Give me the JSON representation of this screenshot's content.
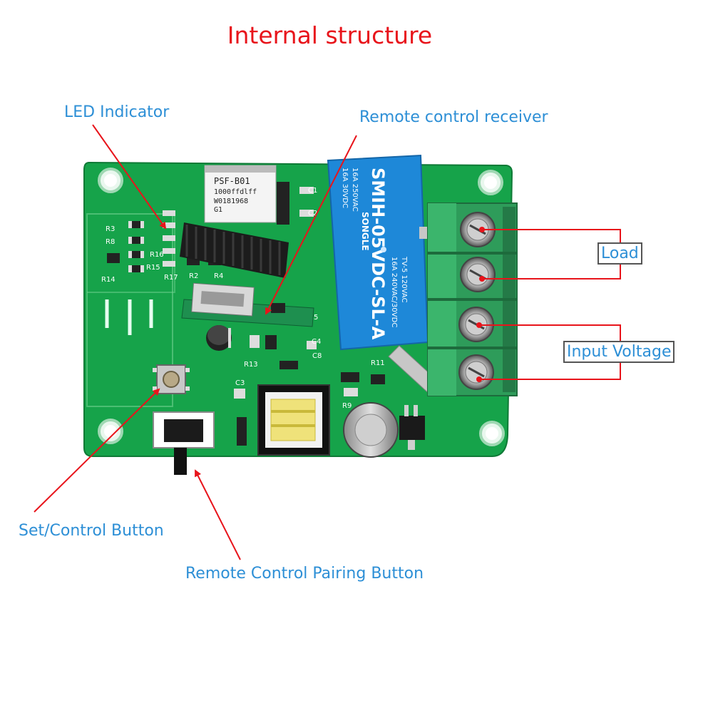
{
  "title": "Internal structure",
  "labels": {
    "led_indicator": "LED Indicator",
    "remote_receiver": "Remote control receiver",
    "load": "Load",
    "input_voltage": "Input Voltage",
    "set_control_button": "Set/Control Button",
    "pairing_button": "Remote Control Pairing Button"
  },
  "board": {
    "module_line1": "PSF-B01",
    "module_line2": "1000ffdlff",
    "module_line3": "W0181968",
    "module_line4": "G1",
    "relay_model": "SMIH-05VDC-SL-A",
    "relay_brand": "SONGLE",
    "relay_rating1": "16A 250VAC",
    "relay_rating2": "16A 30VDC",
    "relay_rating3": "16A 240VAC/30VDC",
    "relay_rating4": "TV-5 120VAC",
    "silk_r3": "R3",
    "silk_r8": "R8",
    "silk_r14": "R14",
    "silk_r15": "R15",
    "silk_r16": "R16",
    "silk_r17": "R17",
    "silk_r2": "R2",
    "silk_r4": "R4",
    "silk_r13": "R13",
    "silk_r11": "R11",
    "silk_r9": "R9",
    "silk_c1": "C1",
    "silk_c2": "C2",
    "silk_c3": "C3",
    "silk_c4": "C4",
    "silk_c5": "C5",
    "silk_c8": "C8"
  },
  "colors": {
    "pcb_green": "#16a34a",
    "arrow_red": "#e8141b",
    "label_blue": "#2d8fd6",
    "relay_blue": "#1e88d8",
    "terminal_green": "#2e9c5a"
  }
}
